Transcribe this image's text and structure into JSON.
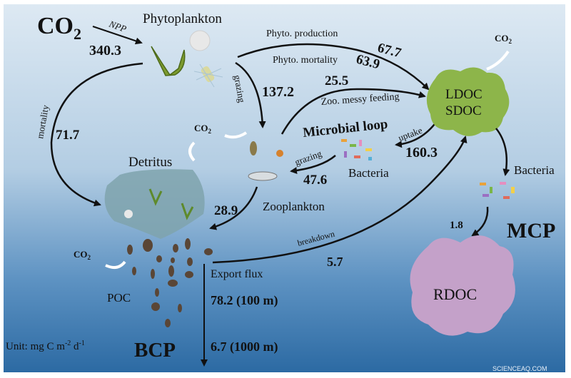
{
  "labels": {
    "co2_main": "CO",
    "co2_sub": "2",
    "npp": "NPP",
    "npp_value": "340.3",
    "phytoplankton": "Phytoplankton",
    "phyto_production": "Phyto. production",
    "phyto_production_value": "67.7",
    "phyto_mortality": "Phyto. mortality",
    "phyto_mortality_value": "63.9",
    "co2_small": "CO",
    "co2_small_sub": "2",
    "grazing_phyto": "grazing",
    "grazing_phyto_value": "137.2",
    "messy_feeding_value": "25.5",
    "messy_feeding": "Zoo. messy feeding",
    "mortality": "mortality",
    "mortality_value": "71.7",
    "microbial_loop": "Microbial loop",
    "uptake": "uptake",
    "uptake_value": "160.3",
    "grazing_bacteria": "grazing",
    "grazing_bacteria_value": "47.6",
    "bacteria_left": "Bacteria",
    "bacteria_right": "Bacteria",
    "ldoc": "LDOC",
    "sdoc": "SDOC",
    "detritus": "Detritus",
    "zooplankton": "Zooplankton",
    "zoo_detritus_value": "28.9",
    "breakdown": "breakdown",
    "breakdown_value": "5.7",
    "mcp_value": "1.8",
    "mcp": "MCP",
    "rdoc": "RDOC",
    "export_flux": "Export flux",
    "export_100": "78.2 (100 m)",
    "export_1000": "6.7 (1000 m)",
    "poc": "POC",
    "bcp": "BCP",
    "unit": "Unit: mg C m",
    "unit_exp1": "-2",
    "unit_mid": " d",
    "unit_exp2": "-1",
    "watermark": "SCIENCEAQ.COM"
  },
  "colors": {
    "ocean_top": "#dde9f3",
    "ocean_bottom": "#2c6aa3",
    "doc_cloud": "#8db54a",
    "rdoc_cloud": "#c4a1c9",
    "detritus": "#7fa3ad",
    "poc": "#5a4636"
  }
}
